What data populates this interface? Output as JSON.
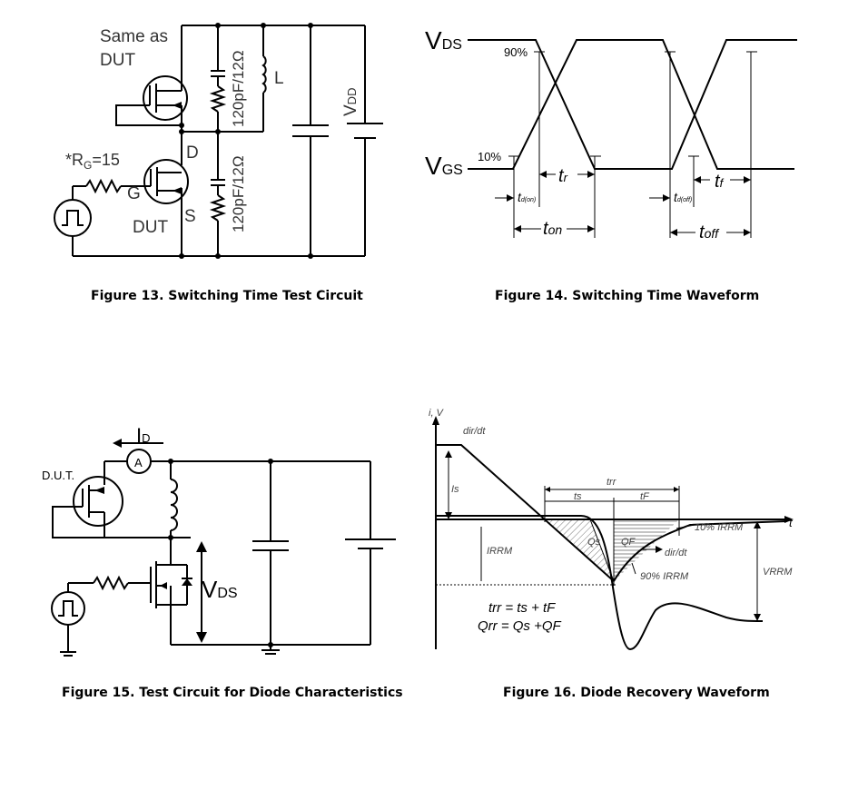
{
  "fig13": {
    "caption": "Figure 13. Switching Time Test Circuit",
    "same_as_1": "Same as",
    "same_as_2": "DUT",
    "rg_star": "*R",
    "rg_sub": "G",
    "rg_val": "=15",
    "d": "D",
    "g": "G",
    "s": "S",
    "dut": "DUT",
    "snubber_top": "120pF/12Ω",
    "snubber_bot": "120pF/12Ω",
    "inductor": "L",
    "vdd_main": "V",
    "vdd_sub": "DD"
  },
  "fig14": {
    "caption": "Figure 14. Switching Time Waveform",
    "vds_main": "V",
    "vds_sub": "DS",
    "vgs_main": "V",
    "vgs_sub": "GS",
    "p90": "90%",
    "p10": "10%",
    "tr_main": "t",
    "tr_sub": "r",
    "tf_main": "t",
    "tf_sub": "f",
    "tdon_main": "t",
    "tdon_sub": "d(on)",
    "tdoff_main": "t",
    "tdoff_sub": "d(off)",
    "ton_main": "t",
    "ton_sub": "on",
    "toff_main": "t",
    "toff_sub": "off"
  },
  "fig15": {
    "caption": "Figure 15. Test Circuit for Diode Characteristics",
    "id_main": "I",
    "id_sub": "D",
    "ammeter": "A",
    "dut": "D.U.T.",
    "vds_main": "V",
    "vds_sub": "DS"
  },
  "fig16": {
    "caption": "Figure 16. Diode Recovery Waveform",
    "axis_y": "i, V",
    "axis_t": "t",
    "dif_dt": "dir/dt",
    "is_label": "Is",
    "trr": "trr",
    "ts": "ts",
    "tf": "tF",
    "irrm": "IRRM",
    "qs": "Qs",
    "qf": "QF",
    "dir_dt": "dir/dt",
    "p10_irrm": "10% IRRM",
    "p90_irrm": "90% IRRM",
    "vrrm": "VRRM",
    "eq1": "trr = ts + tF",
    "eq2": "Qrr = Qs +QF"
  }
}
